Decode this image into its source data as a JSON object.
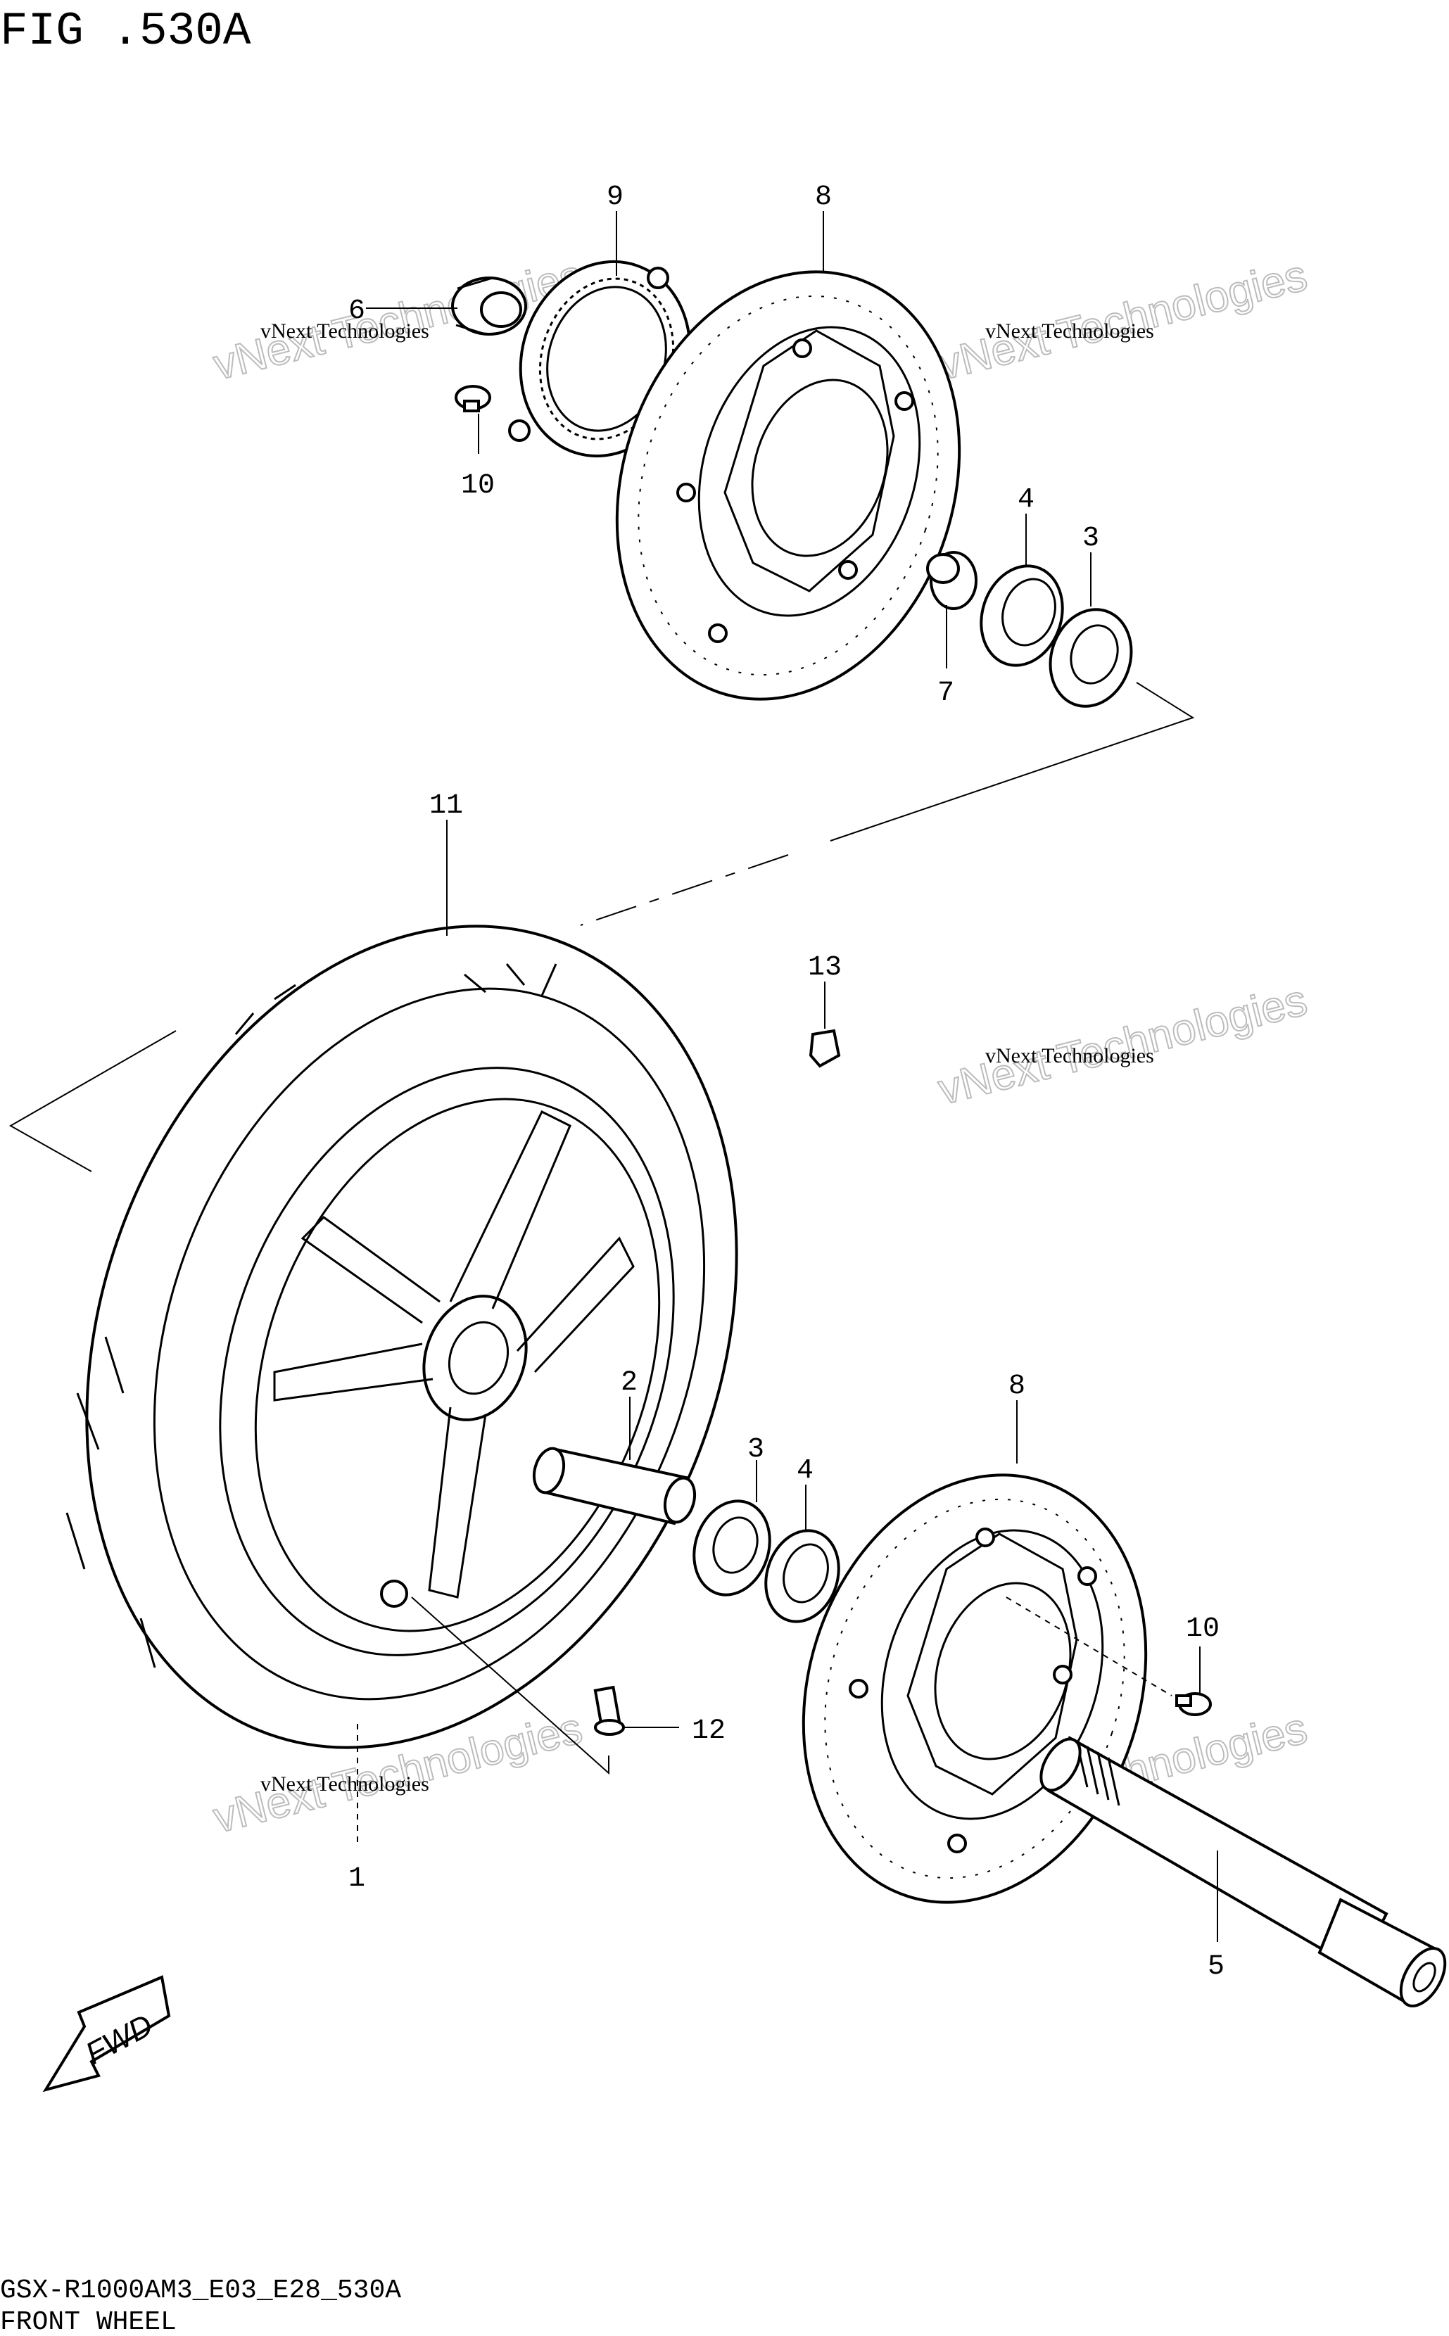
{
  "figure": {
    "title": "FIG .530A",
    "footer_code": "GSX-R1000AM3_E03_E28_530A",
    "footer_name": "FRONT WHEEL"
  },
  "watermark": {
    "line1": "vNext Technologies",
    "line2": "vNext Technologies"
  },
  "callouts": {
    "c1": "1",
    "c2": "2",
    "c3a": "3",
    "c3b": "3",
    "c4a": "4",
    "c4b": "4",
    "c5": "5",
    "c6": "6",
    "c7": "7",
    "c8a": "8",
    "c8b": "8",
    "c9": "9",
    "c10a": "10",
    "c10b": "10",
    "c11": "11",
    "c12": "12",
    "c13": "13"
  },
  "fwd_badge": "FWD"
}
